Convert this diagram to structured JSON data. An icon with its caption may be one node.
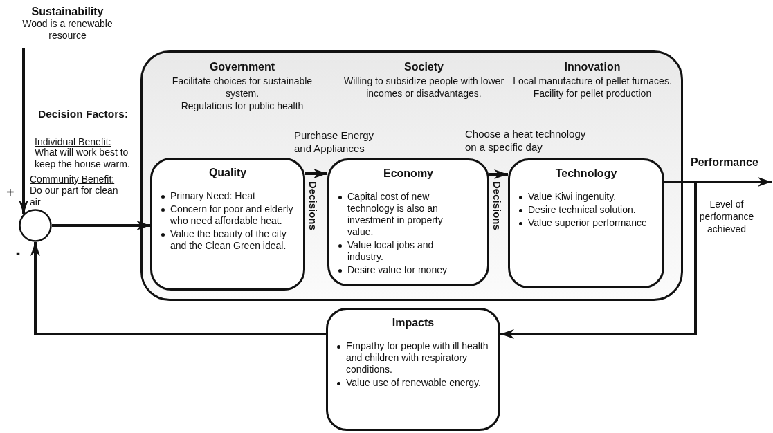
{
  "diagram": {
    "nodes": [
      {
        "text": [
          "Sustainability",
          "Wood is a renewable resource"
        ]
      },
      {
        "text": [],
        "shape": "circle"
      },
      {
        "text": [
          "Government",
          "Facilitate choices for sustainable system.",
          "Regulations for public health",
          "Society",
          "Willing to subsidize people with lower incomes or disadvantages.",
          "Innovation",
          "Local manufacture of pellet furnaces. Facility for pellet production"
        ]
      },
      {
        "text": [
          "Quality",
          "Primary Need:  Heat",
          "Concern for poor and elderly who need affordable heat.",
          "Value the beauty of the city and the Clean Green ideal."
        ],
        "in": 2
      },
      {
        "text": [
          "Economy",
          "Capital cost of new technology is also an investment in property value.",
          "Value local jobs and industry.",
          "Desire value for money"
        ],
        "in": 2
      },
      {
        "text": [
          "Technology",
          "Value Kiwi ingenuity.",
          "Desire technical solution.",
          "Value superior performance"
        ],
        "in": 2
      },
      {
        "text": [
          "Impacts",
          "Empathy for people with ill health and children with respiratory conditions.",
          "Value use of renewable energy."
        ]
      }
    ],
    "edges": [
      {
        "from": 0,
        "to": 1,
        "arrow": "to"
      },
      {
        "from": 1,
        "to": 3,
        "arrow": "to"
      },
      {
        "from": 3,
        "to": 4,
        "arrow": "to",
        "label": "Purchase Energy and Appliances"
      },
      {
        "from": 4,
        "to": 5,
        "arrow": "to",
        "label": "Choose a heat technology on a specific day"
      },
      {
        "from": 5,
        "to": null,
        "arrow": "to",
        "label": "Performance"
      },
      {
        "from": 5,
        "to": 6,
        "arrow": "to"
      },
      {
        "from": 6,
        "to": 1,
        "arrow": "to"
      }
    ],
    "labels": [
      "Decision Factors:",
      "Individual Benefit:",
      "What will work best to keep the house warm.",
      "Community Benefit:",
      "Do our part for clean air",
      "+",
      "Decisions",
      "Decisions",
      "Level of performance achieved",
      "-"
    ]
  }
}
